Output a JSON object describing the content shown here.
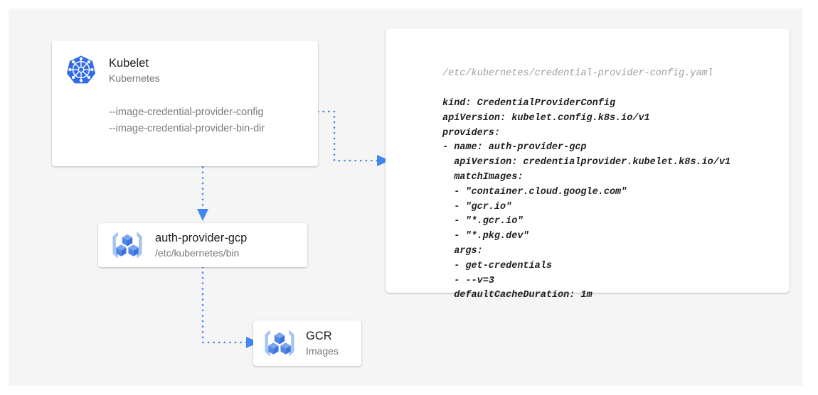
{
  "canvas": {
    "background": "#f5f5f5",
    "accent": "#4285f4",
    "connector_color": "#4285f4"
  },
  "kubelet_card": {
    "icon": "kubernetes-logo-icon",
    "title": "Kubelet",
    "subtitle": "Kubernetes",
    "flags": [
      "--image-credential-provider-config",
      "--image-credential-provider-bin-dir"
    ]
  },
  "provider_card": {
    "icon": "gcp-container-registry-icon",
    "title": "auth-provider-gcp",
    "subtitle": "/etc/kubernetes/bin"
  },
  "gcr_card": {
    "icon": "gcp-container-registry-icon",
    "title": "GCR",
    "subtitle": "Images"
  },
  "yaml_panel": {
    "path": "/etc/kubernetes/credential-provider-config.yaml",
    "lines": [
      "kind: CredentialProviderConfig",
      "apiVersion: kubelet.config.k8s.io/v1",
      "providers:",
      "- name: auth-provider-gcp",
      "  apiVersion: credentialprovider.kubelet.k8s.io/v1",
      "  matchImages:",
      "  - \"container.cloud.google.com\"",
      "  - \"gcr.io\"",
      "  - \"*.gcr.io\"",
      "  - \"*.pkg.dev\"",
      "  args:",
      "  - get-credentials",
      "  - --v=3",
      "  defaultCacheDuration: 1m"
    ]
  },
  "connectors": [
    {
      "name": "kubelet-config-to-yaml",
      "style": "dotted",
      "arrow": "right"
    },
    {
      "name": "kubelet-to-auth-provider",
      "style": "dotted",
      "arrow": "down"
    },
    {
      "name": "auth-provider-to-gcr",
      "style": "dotted",
      "arrow": "right"
    }
  ]
}
